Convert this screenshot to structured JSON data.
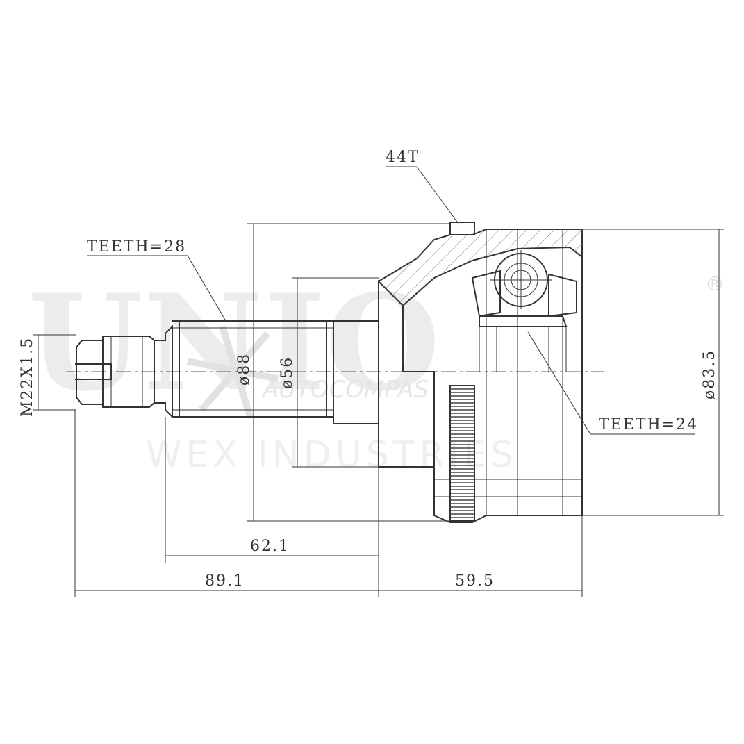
{
  "watermark": {
    "brand": "UNIO",
    "registered": "®",
    "company": "AUTOCOMPAS",
    "industries": "WEX INDUSTRIES"
  },
  "labels": {
    "abs_ring": "44T",
    "outer_spline": "TEETH=28",
    "inner_spline": "TEETH=24",
    "thread": "M22X1.5",
    "dia_88": "ø88",
    "dia_56": "ø56",
    "dia_83_5": "ø83.5",
    "len_62_1": "62.1",
    "len_89_1": "89.1",
    "len_59_5": "59.5"
  }
}
